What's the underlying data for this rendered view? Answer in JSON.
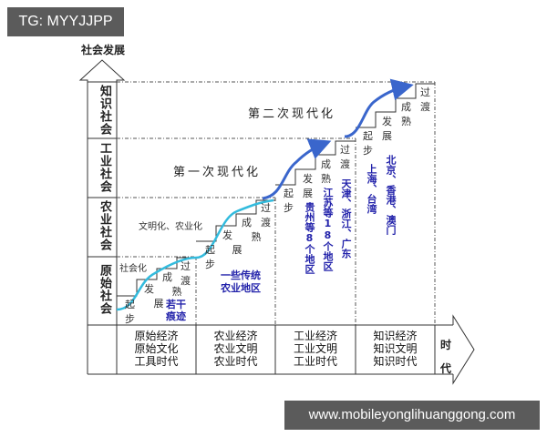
{
  "watermarks": {
    "top_left": "TG: MYYJJPP",
    "bottom_right": "www.mobileyonglihuanggong.com"
  },
  "diagram": {
    "y_axis_title": "社会发展",
    "x_axis_title": "时代",
    "x_axis_title_chars": [
      "时",
      "代"
    ],
    "society_levels": [
      {
        "label": "知识社会"
      },
      {
        "label": "工业社会"
      },
      {
        "label": "农业社会"
      },
      {
        "label": "原始社会"
      }
    ],
    "phase_labels": {
      "first_modernization": "第一次现代化",
      "second_modernization": "第二次现代化"
    },
    "process_labels": {
      "socialization": "社会化",
      "civilization_agriculture": "文明化、农业化"
    },
    "stages": {
      "start": "起步",
      "develop": "发展",
      "mature": "成熟",
      "transition": "过渡"
    },
    "stage_chars": {
      "start": [
        "起",
        "步"
      ],
      "develop": [
        "发",
        "展"
      ],
      "mature": [
        "成",
        "熟"
      ],
      "transition": [
        "过",
        "渡"
      ]
    },
    "region_notes": {
      "primitive": "若干痕迹",
      "primitive_lines": [
        "若干",
        "痕迹"
      ],
      "agricultural": "一些传统农业地区",
      "agricultural_lines": [
        "一些传统",
        "农业地区"
      ],
      "industrial_1": "贵州等8个地区",
      "industrial_2": "江苏等18个地区",
      "industrial_3": "天津、浙江、广东",
      "knowledge_1": "上海、台湾",
      "knowledge_2": "北京、香港、澳门"
    },
    "eras": [
      {
        "lines": [
          "原始经济",
          "原始文化",
          "工具时代"
        ]
      },
      {
        "lines": [
          "农业经济",
          "农业文明",
          "农业时代"
        ]
      },
      {
        "lines": [
          "工业经济",
          "工业文明",
          "工业时代"
        ]
      },
      {
        "lines": [
          "知识经济",
          "知识文明",
          "知识时代"
        ]
      }
    ],
    "colors": {
      "curve_cyan": "#33bbdd",
      "arrow_blue": "#3a66cc",
      "note_blue": "#2222aa",
      "line": "#333333"
    }
  }
}
